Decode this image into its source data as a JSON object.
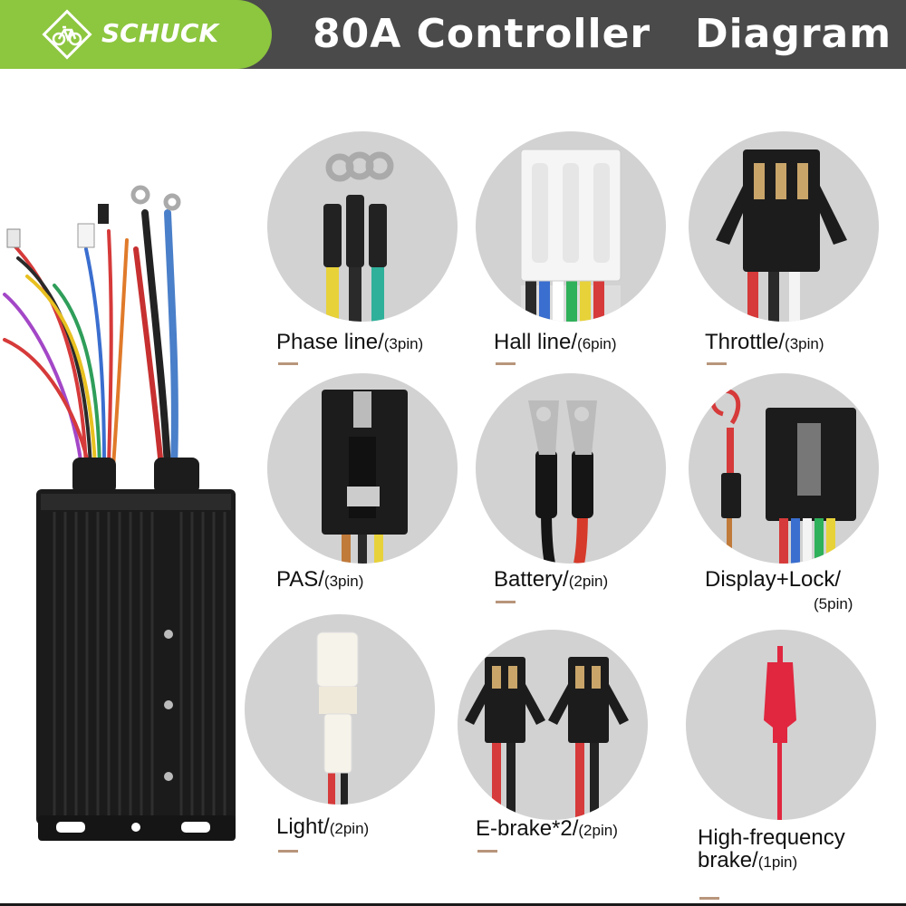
{
  "header": {
    "brand": "SCHUCK",
    "title": "80A Controller   Diagram",
    "brand_color": "#8dc63f",
    "bar_color": "#4a4a4a"
  },
  "icons": {
    "logo": "bicycle-icon",
    "controller": "controller-box-image"
  },
  "parts": [
    {
      "name": "Phase line/",
      "pins": "(3pin)"
    },
    {
      "name": "Hall line/",
      "pins": "(6pin)"
    },
    {
      "name": "Throttle/",
      "pins": "(3pin)"
    },
    {
      "name": "PAS/",
      "pins": "(3pin)"
    },
    {
      "name": "Battery/",
      "pins": "(2pin)"
    },
    {
      "name": "Display+Lock/",
      "pins": "(5pin)"
    },
    {
      "name": "Light/",
      "pins": "(2pin)"
    },
    {
      "name": "E-brake*2/",
      "pins": "(2pin)"
    },
    {
      "name": "High-frequency",
      "name2": "brake/",
      "pins": "(1pin)"
    }
  ]
}
